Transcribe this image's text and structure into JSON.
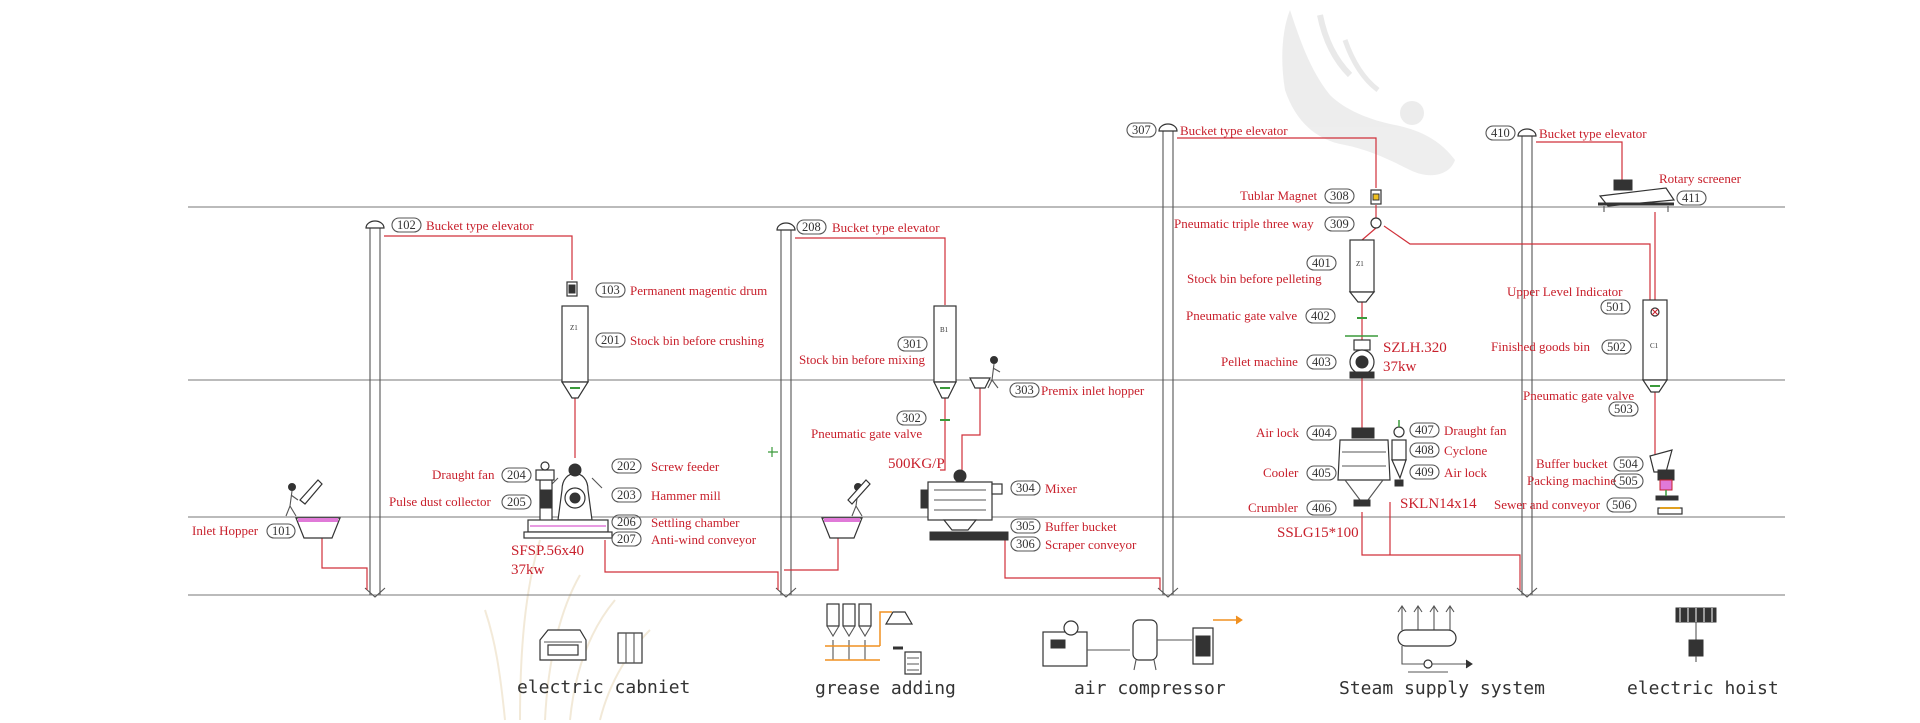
{
  "labels": {
    "l101": "Inlet Hopper",
    "l102": "Bucket type elevator",
    "l103": "Permanent magentic drum",
    "l201": "Stock bin before crushing",
    "l202": "Screw feeder",
    "l203": "Hammer mill",
    "l204": "Draught fan",
    "l205": "Pulse dust collector",
    "l206": "Settling chamber",
    "l207": "Anti-wind conveyor",
    "l208": "Bucket type elevator",
    "l301": "Stock bin before mixing",
    "l302": "Pneumatic gate valve",
    "l303": "Premix inlet hopper",
    "l304": "Mixer",
    "l305": "Buffer bucket",
    "l306": "Scraper conveyor",
    "l307": "Bucket type elevator",
    "l308": "Tublar Magnet",
    "l309": "Pneumatic triple three way",
    "l401": "Stock bin before pelleting",
    "l402": "Pneumatic gate valve",
    "l403": "Pellet machine",
    "l404": "Air lock",
    "l405": "Cooler",
    "l406": "Crumbler",
    "l407": "Draught fan",
    "l408": "Cyclone",
    "l409": "Air lock",
    "l410": "Bucket type elevator",
    "l411": "Rotary screener",
    "l501": "Upper Level Indicator",
    "l502": "Finished goods bin",
    "l503": "Pneumatic gate valve",
    "l504": "Buffer bucket",
    "l505": "Packing machine",
    "l506": "Sewer and conveyor"
  },
  "numbers": {
    "n101": "101",
    "n102": "102",
    "n103": "103",
    "n201": "201",
    "n202": "202",
    "n203": "203",
    "n204": "204",
    "n205": "205",
    "n206": "206",
    "n207": "207",
    "n208": "208",
    "n301": "301",
    "n302": "302",
    "n303": "303",
    "n304": "304",
    "n305": "305",
    "n306": "306",
    "n307": "307",
    "n308": "308",
    "n309": "309",
    "n401": "401",
    "n402": "402",
    "n403": "403",
    "n404": "404",
    "n405": "405",
    "n406": "406",
    "n407": "407",
    "n408": "408",
    "n409": "409",
    "n410": "410",
    "n411": "411",
    "n501": "501",
    "n502": "502",
    "n503": "503",
    "n504": "504",
    "n505": "505",
    "n506": "506"
  },
  "specs": {
    "hammer_model": "SFSP.56x40",
    "hammer_power": "37kw",
    "mixer_capacity": "500KG/P",
    "pellet_model": "SZLH.320",
    "pellet_power": "37kw",
    "cooler_model": "SKLN14x14",
    "crumbler_model": "SSLG15*100"
  },
  "bin_marks": {
    "b201": "Z1",
    "b301": "B1",
    "b401": "Z1",
    "b502": "C1"
  },
  "auxiliary": {
    "electric_cabinet": "electric cabniet",
    "grease_adding": "grease adding",
    "air_compressor": "air compressor",
    "steam_supply": "Steam supply system",
    "electric_hoist": "electric hoist"
  },
  "colors": {
    "label_red": "#c8202c",
    "line_red": "#d0303a",
    "outline": "#333333",
    "highlight_pink": "#e07ad8",
    "valve_green": "#3a9a3a",
    "feed_orange": "#f09020"
  }
}
